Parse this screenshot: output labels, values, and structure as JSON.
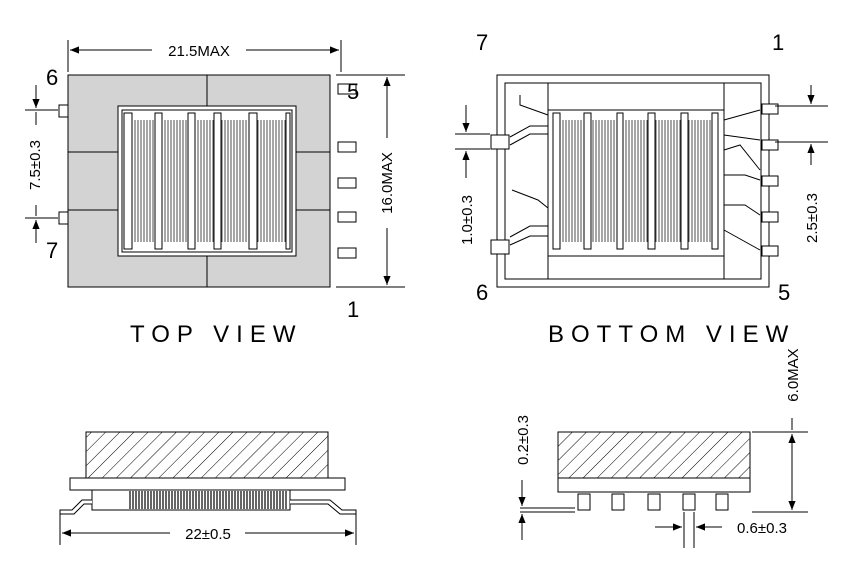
{
  "views": {
    "top_view_label": "TOP VIEW",
    "bottom_view_label": "BOTTOM VIEW"
  },
  "dimensions": {
    "width_max": "21.5MAX",
    "height_max": "16.0MAX",
    "pin_pitch_top": "7.5±0.3",
    "pin_pitch_bottom_left": "1.0±0.3",
    "pin_pitch_bottom_right": "2.5±0.3",
    "overall_length": "22±0.5",
    "standoff": "0.2±0.3",
    "height_side": "6.0MAX",
    "pin_width": "0.6±0.3"
  },
  "pins": {
    "top_tl": "6",
    "top_bl": "7",
    "top_tr": "5",
    "top_br": "1",
    "bot_tl": "7",
    "bot_tr": "1",
    "bot_bl": "6",
    "bot_br": "5"
  }
}
